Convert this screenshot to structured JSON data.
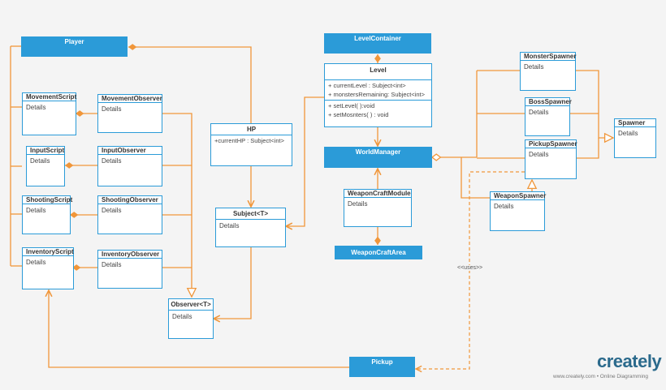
{
  "classes": {
    "player": {
      "title": "Player"
    },
    "movement_script": {
      "title": "MovementScript",
      "details": "Details"
    },
    "movement_observer": {
      "title": "MovementObserver",
      "details": "Details"
    },
    "input_script": {
      "title": "InputScript",
      "details": "Details"
    },
    "input_observer": {
      "title": "InputObserver",
      "details": "Details"
    },
    "shooting_script": {
      "title": "ShootingScript",
      "details": "Details"
    },
    "shooting_observer": {
      "title": "ShootingObserver",
      "details": "Details"
    },
    "inventory_script": {
      "title": "InventoryScript",
      "details": "Details"
    },
    "inventory_observer": {
      "title": "InventoryObserver",
      "details": "Details"
    },
    "hp": {
      "title": "HP",
      "attr": "+currentHP : Subject<int>"
    },
    "subject": {
      "title": "Subject<T>",
      "details": "Details"
    },
    "observer": {
      "title": "Observer<T>",
      "details": "Details"
    },
    "level_container": {
      "title": "LevelContainer"
    },
    "level": {
      "title": "Level",
      "attr1": "+  currentLevel : Subject<int>",
      "attr2": "+ monstersRemaining: Subject<int>",
      "op1": "+ setLevel( ):void",
      "op2": "+ setMosnters( ) : void"
    },
    "world_manager": {
      "title": "WorldManager"
    },
    "weapon_craft_module": {
      "title": "WeaponCraftModule",
      "details": "Details"
    },
    "weapon_craft_area": {
      "title": "WeaponCraftArea"
    },
    "monster_spawner": {
      "title": "MonsterSpawner",
      "details": "Details"
    },
    "boss_spawner": {
      "title": "BossSpawner",
      "details": "Details"
    },
    "pickup_spawner": {
      "title": "PickupSpawner",
      "details": "Details"
    },
    "weapon_spawner": {
      "title": "WeaponSpawner",
      "details": "Details"
    },
    "spawner": {
      "title": "Spawner",
      "details": "Details"
    },
    "pickup": {
      "title": "Pickup"
    }
  },
  "uses_label": "<<uses>>",
  "brand": {
    "logo": "creately",
    "tagline": "www.creately.com • Online Diagramming"
  },
  "colors": {
    "accent": "#2b9bd8",
    "connector": "#f0963a",
    "background": "#f4f4f4"
  }
}
